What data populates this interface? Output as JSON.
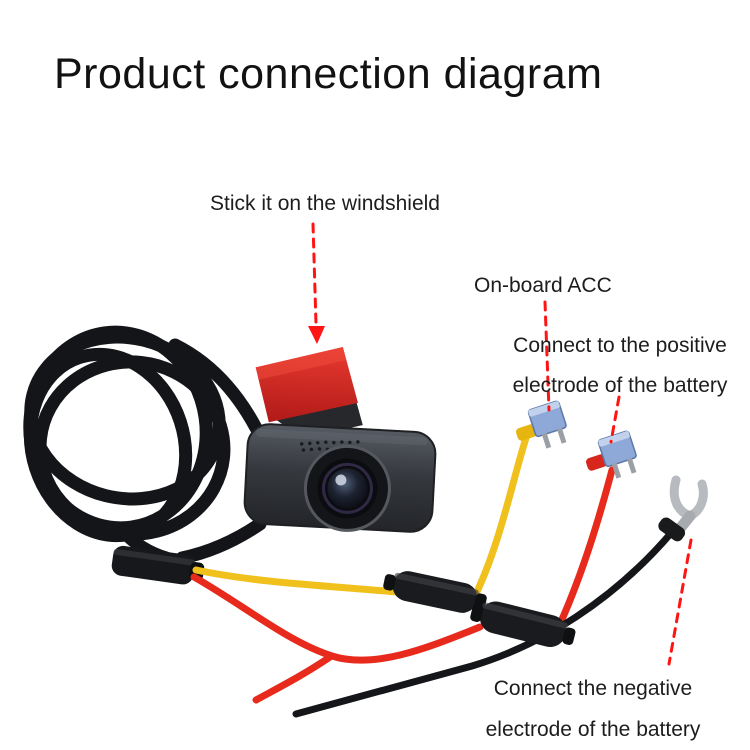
{
  "title": "Product connection diagram",
  "labels": {
    "windshield": "Stick it on the windshield",
    "acc": "On-board ACC",
    "positive_line1": "Connect to the positive",
    "positive_line2": "electrode of the battery",
    "negative_line1": "Connect the negative",
    "negative_line2": "electrode of the battery"
  },
  "colors": {
    "annotation_red": "#ff1414",
    "wire_yellow": "#f0c01c",
    "wire_red": "#e82a1c",
    "wire_black": "#17181b",
    "camera_body": "#3c4046",
    "adhesive_pad_red": "#d32322",
    "terminal_silver": "#b7babf",
    "background": "#ffffff"
  }
}
